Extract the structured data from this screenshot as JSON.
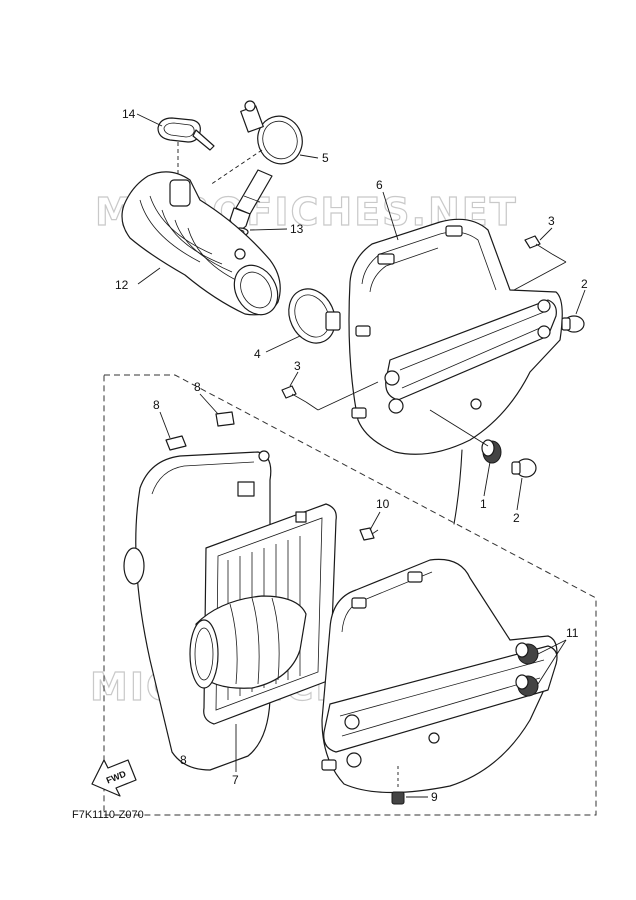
{
  "watermark": "MICROFICHES.NET",
  "figure_code": "F7K1110-Z070",
  "fwd_label": "FWD",
  "callouts": [
    {
      "id": "c14",
      "label": "14"
    },
    {
      "id": "c5",
      "label": "5"
    },
    {
      "id": "c6",
      "label": "6"
    },
    {
      "id": "c3a",
      "label": "3"
    },
    {
      "id": "c13",
      "label": "13"
    },
    {
      "id": "c12",
      "label": "12"
    },
    {
      "id": "c2a",
      "label": "2"
    },
    {
      "id": "c4",
      "label": "4"
    },
    {
      "id": "c3b",
      "label": "3"
    },
    {
      "id": "c8a",
      "label": "8"
    },
    {
      "id": "c8b",
      "label": "8"
    },
    {
      "id": "c1",
      "label": "1"
    },
    {
      "id": "c2b",
      "label": "2"
    },
    {
      "id": "c10",
      "label": "10"
    },
    {
      "id": "c11",
      "label": "11"
    },
    {
      "id": "c8c",
      "label": "8"
    },
    {
      "id": "c7",
      "label": "7"
    },
    {
      "id": "c9",
      "label": "9"
    }
  ]
}
